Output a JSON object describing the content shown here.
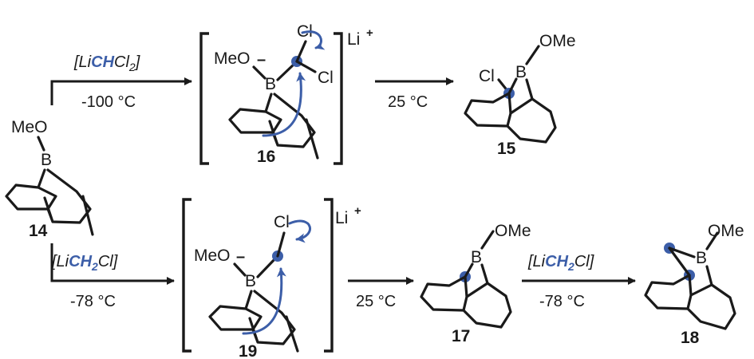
{
  "atoms": {
    "B": "B",
    "MeO": "MeO",
    "OMe": "OMe",
    "Cl": "Cl",
    "Li": "Li",
    "plus": "+",
    "minus": "–"
  },
  "compounds": {
    "c14": "14",
    "c15": "15",
    "c16": "16",
    "c17": "17",
    "c18": "18",
    "c19": "19"
  },
  "conditions": {
    "top_reagent": {
      "open": "[Li",
      "hl": "CH",
      "mid": "Cl",
      "sub": "2",
      "close": "]"
    },
    "top_temp": "-100 °C",
    "top_warm": "25 °C",
    "bottom_reagent": {
      "open": "[Li",
      "hl": "CH",
      "hl_sub": "2",
      "close": "Cl]"
    },
    "bottom_temp": "-78 °C",
    "bottom_warm": "25 °C",
    "final_reagent": {
      "open": "[Li",
      "hl": "CH",
      "hl_sub": "2",
      "close": "Cl]"
    },
    "final_temp": "-78 °C"
  },
  "colors": {
    "highlight": "#3c5ea8",
    "ink": "#1a1a1a"
  }
}
